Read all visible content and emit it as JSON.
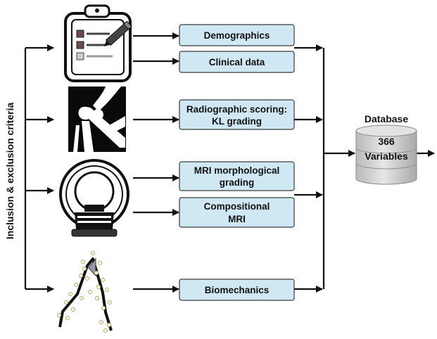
{
  "side_label": "Inclusion & exclusion criteria",
  "boxes": [
    {
      "lines": [
        "Demographics"
      ]
    },
    {
      "lines": [
        "Clinical data"
      ]
    },
    {
      "lines": [
        "Radiographic scoring:",
        "KL grading"
      ]
    },
    {
      "lines": [
        "MRI morphological",
        "grading"
      ]
    },
    {
      "lines": [
        "Compositional",
        "MRI"
      ]
    },
    {
      "lines": [
        "Biomechanics"
      ]
    }
  ],
  "database": {
    "title": "Database",
    "value": "366",
    "label": "Variables"
  },
  "icons": [
    "clipboard-icon",
    "knee-xray-icon",
    "mri-scanner-icon",
    "gait-markers-icon"
  ],
  "colors": {
    "box_fill": "#cfe8f3",
    "box_stroke": "#3a3a3a",
    "cylinder_fill": "#d4d4d4",
    "line": "#111111"
  }
}
